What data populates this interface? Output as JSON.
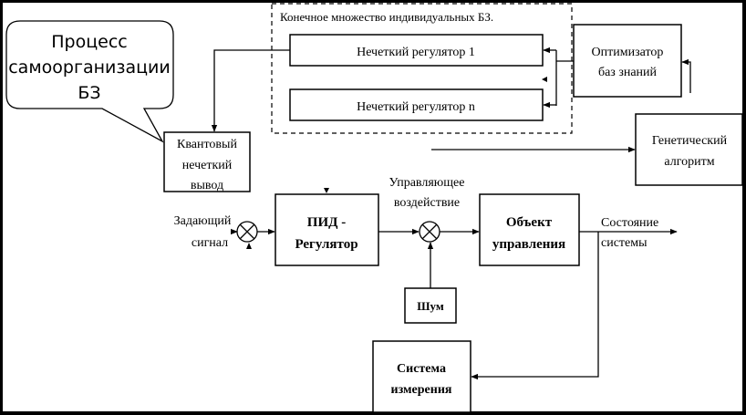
{
  "diagram": {
    "callout": {
      "lines": [
        "Процесс",
        "самоорганизации",
        "БЗ"
      ]
    },
    "kb_group": {
      "title": "Конечное множество индивидуальных БЗ.",
      "regulator_1": "Нечеткий регулятор 1",
      "regulator_n": "Нечеткий регулятор n"
    },
    "optimizer": {
      "lines": [
        "Оптимизатор",
        "баз знаний"
      ]
    },
    "genetic": {
      "lines": [
        "Генетический",
        "алгоритм"
      ]
    },
    "quantum": {
      "lines": [
        "Квантовый",
        "нечеткий",
        "вывод"
      ]
    },
    "setpoint": {
      "lines": [
        "Задающий",
        "сигнал"
      ]
    },
    "pid": {
      "lines": [
        "ПИД -",
        "Регулятор"
      ]
    },
    "control_action": {
      "lines": [
        "Управляющее",
        "воздействие"
      ]
    },
    "plant": {
      "lines": [
        "Объект",
        "управления"
      ]
    },
    "state": {
      "lines": [
        "Состояние",
        "системы"
      ]
    },
    "noise": {
      "label": "Шум"
    },
    "measurement": {
      "lines": [
        "Система",
        "измерения"
      ]
    }
  }
}
